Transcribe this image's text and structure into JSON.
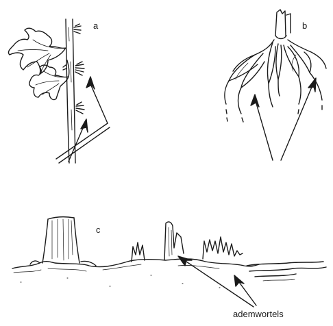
{
  "labels": {
    "a": "a",
    "b": "b",
    "c": "c",
    "caption": "ademwortels"
  },
  "colors": {
    "ink": "#1a1a1a",
    "background": "#ffffff"
  }
}
